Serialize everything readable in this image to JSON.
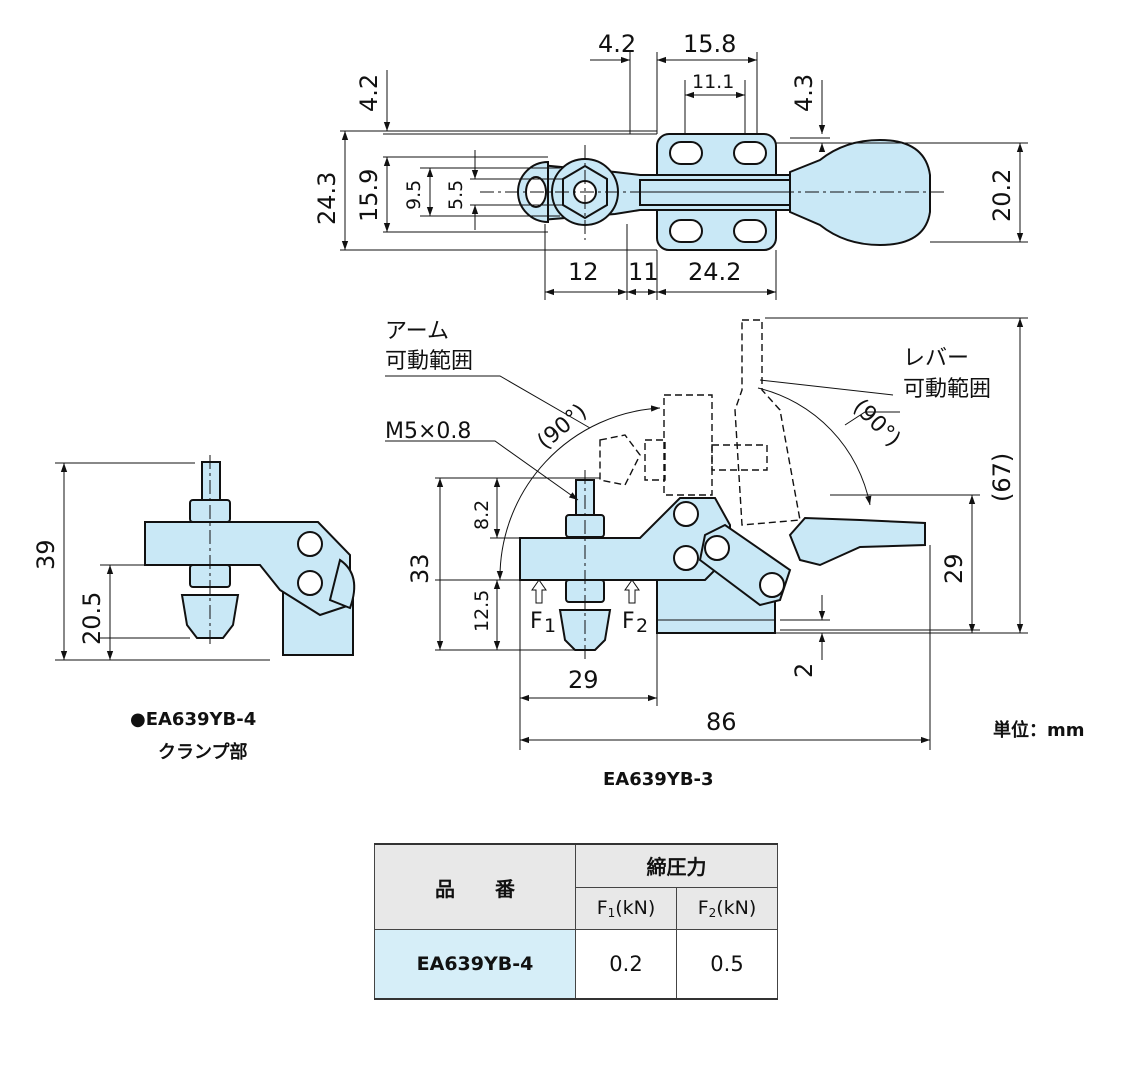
{
  "top_view_dims": {
    "d_4_2_h": "4.2",
    "d_15_8": "15.8",
    "d_11_1": "11.1",
    "d_4_3": "4.3",
    "d_4_2_v": "4.2",
    "d_24_3": "24.3",
    "d_15_9": "15.9",
    "d_9_5": "9.5",
    "d_5_5": "5.5",
    "d_20_2": "20.2",
    "d_12": "12",
    "d_11": "11",
    "d_24_2": "24.2"
  },
  "side_view_dims": {
    "d_8_2": "8.2",
    "d_33": "33",
    "d_12_5": "12.5",
    "d_29_h": "29",
    "d_86": "86",
    "d_29_v": "29",
    "d_67": "(67)",
    "d_2": "2"
  },
  "labels": {
    "arm_range_line1": "アーム",
    "arm_range_line2": "可動範囲",
    "arm_angle": "(90°)",
    "lever_range_line1": "レバー",
    "lever_range_line2": "可動範囲",
    "lever_angle": "(90°)",
    "thread": "M5×0.8",
    "force1": "F",
    "force1_sub": "1",
    "force2": "F",
    "force2_sub": "2"
  },
  "clamp_view_dims": {
    "d_39": "39",
    "d_20_5": "20.5"
  },
  "captions": {
    "clamp_model": "●EA639YB-4",
    "clamp_part": "クランプ部",
    "main_model": "EA639YB-3",
    "unit": "単位：mm"
  },
  "table": {
    "col_part_no": "品　　番",
    "col_clamping_force": "締圧力",
    "col_f1": "F",
    "col_f1_sub": "1",
    "col_f1_unit": "(kN)",
    "col_f2": "F",
    "col_f2_sub": "2",
    "col_f2_unit": "(kN)",
    "rows": [
      {
        "part_no": "EA639YB-4",
        "f1": "0.2",
        "f2": "0.5"
      }
    ]
  },
  "colors": {
    "part_fill": "#c9e8f6",
    "model_cell": "#d6eef8",
    "header_cell": "#e8e8e8"
  }
}
